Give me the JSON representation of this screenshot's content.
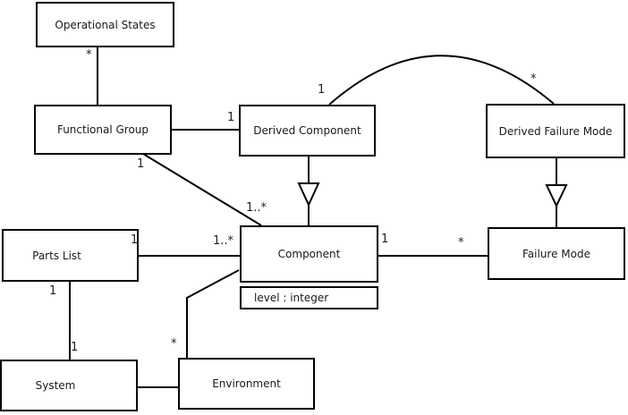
{
  "diagram": {
    "type": "uml-class-diagram",
    "colors": {
      "background": "#ffffff",
      "line": "#000000",
      "text": "#1a1a1a"
    },
    "classes": [
      {
        "name": "Operational States"
      },
      {
        "name": "Functional Group"
      },
      {
        "name": "Derived Component"
      },
      {
        "name": "Derived Failure Mode"
      },
      {
        "name": "Parts List"
      },
      {
        "name": "Component",
        "attribute": "level : integer"
      },
      {
        "name": "Failure Mode"
      },
      {
        "name": "System"
      },
      {
        "name": "Environment"
      }
    ],
    "multiplicities": [
      {
        "text": "*"
      },
      {
        "text": "1"
      },
      {
        "text": "1"
      },
      {
        "text": "1"
      },
      {
        "text": "*"
      },
      {
        "text": "1..*"
      },
      {
        "text": "1"
      },
      {
        "text": "1..*"
      },
      {
        "text": "1"
      },
      {
        "text": "*"
      },
      {
        "text": "1"
      },
      {
        "text": "1"
      },
      {
        "text": "*"
      }
    ],
    "relationships": [
      {
        "ends": [
          "Operational States",
          "Functional Group"
        ],
        "type": "association",
        "multiplicity_operational_states": "*"
      },
      {
        "ends": [
          "Functional Group",
          "Derived Component"
        ],
        "type": "association",
        "multiplicity_derived_component": "1"
      },
      {
        "ends": [
          "Functional Group",
          "Component"
        ],
        "type": "association",
        "multiplicity_functional_group": "1",
        "multiplicity_component": "1..*"
      },
      {
        "ends": [
          "Derived Component",
          "Derived Failure Mode"
        ],
        "type": "association",
        "multiplicity_derived_component": "1",
        "multiplicity_derived_failure_mode": "*"
      },
      {
        "ends": [
          "Derived Component",
          "Component"
        ],
        "type": "generalization",
        "supertype": "Component"
      },
      {
        "ends": [
          "Derived Failure Mode",
          "Failure Mode"
        ],
        "type": "generalization",
        "supertype": "Failure Mode"
      },
      {
        "ends": [
          "Parts List",
          "Component"
        ],
        "type": "association",
        "multiplicity_parts_list": "1",
        "multiplicity_component": "1..*"
      },
      {
        "ends": [
          "Component",
          "Failure Mode"
        ],
        "type": "association",
        "multiplicity_component": "1",
        "multiplicity_failure_mode": "*"
      },
      {
        "ends": [
          "Parts List",
          "System"
        ],
        "type": "association",
        "multiplicity_parts_list": "1",
        "multiplicity_system": "1"
      },
      {
        "ends": [
          "Component",
          "Environment"
        ],
        "type": "association",
        "multiplicity_environment": "*"
      },
      {
        "ends": [
          "System",
          "Environment"
        ],
        "type": "association"
      }
    ]
  }
}
